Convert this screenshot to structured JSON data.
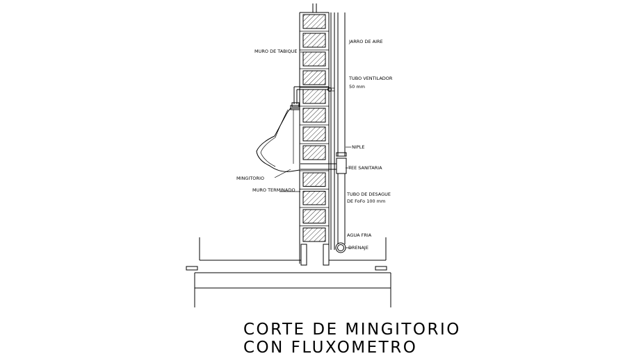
{
  "labels": {
    "muro_tabique": "MURO DE TABIQUE",
    "jarro_aire": "JARRO DE AIRE",
    "tubo_ventilador": "TUBO VENTILADOR",
    "tubo_ventilador_size": "50 mm",
    "niple": "NIPLE",
    "tee_sanitaria": "TEE SANITARIA",
    "mingitorio": "MINGITORIO",
    "muro_terminado": "MURO TERMINADO",
    "tubo_desague": "TUBO DE DESAGUE",
    "tubo_desague_spec": "DE FoFo 100 mm",
    "agua_fria": "AGUA FRIA",
    "drenaje": "DRENAJE"
  },
  "title": {
    "line1": "CORTE  DE  MINGITORIO",
    "line2": "CON  FLUXOMETRO"
  }
}
